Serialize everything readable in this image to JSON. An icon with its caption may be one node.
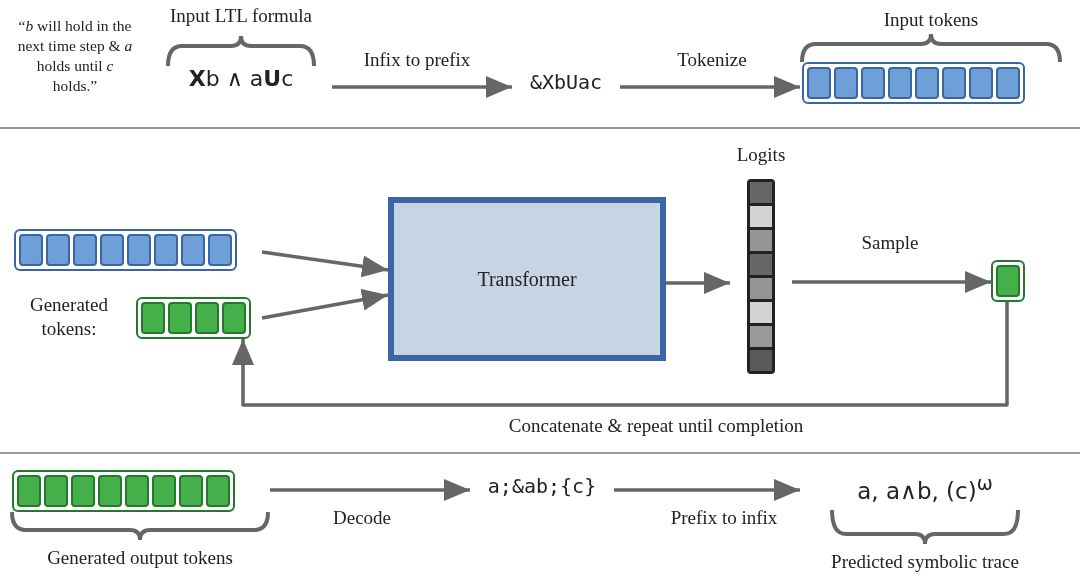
{
  "diagram": {
    "nodes": [
      {
        "text": [
          "Input LTL formula",
          "**X**b ∧ a**U**c"
        ]
      },
      {
        "text": [
          "&XbUac"
        ]
      },
      {
        "text": [
          "Input tokens"
        ]
      },
      {
        "text": [],
        "shape": "bar"
      },
      {
        "text": [],
        "shape": "bar",
        "beside": [
          "Generated tokens:"
        ]
      },
      {
        "text": [
          "Transformer"
        ]
      },
      {
        "text": [
          "Logits"
        ]
      },
      {
        "text": [],
        "shape": "bar"
      },
      {
        "text": [
          "Generated output tokens"
        ]
      },
      {
        "text": [
          "a;&ab;{c}"
        ]
      },
      {
        "text": [
          "a, a∧b, (c)$^{ω}$",
          "Predicted symbolic trace"
        ]
      }
    ],
    "edges": [
      {
        "from": 0,
        "to": 1,
        "arrow": "to",
        "label": "Infix to prefix"
      },
      {
        "from": 1,
        "to": 2,
        "arrow": "to",
        "label": "Tokenize"
      },
      {
        "from": 3,
        "to": 5,
        "arrow": "to"
      },
      {
        "from": 4,
        "to": 5,
        "arrow": "to"
      },
      {
        "from": 5,
        "to": 6,
        "arrow": "to"
      },
      {
        "from": 6,
        "to": 7,
        "arrow": "to",
        "label": "Sample"
      },
      {
        "from": 7,
        "to": 4,
        "arrow": "to",
        "label": "Concatenate & repeat until completion"
      },
      {
        "from": 8,
        "to": 9,
        "arrow": "to",
        "label": "Decode"
      },
      {
        "from": 9,
        "to": 10,
        "arrow": "to",
        "label": "Prefix to infix"
      }
    ],
    "labels": [
      "“*b* will hold in the next time step & *a* holds until *c* holds.”"
    ]
  }
}
